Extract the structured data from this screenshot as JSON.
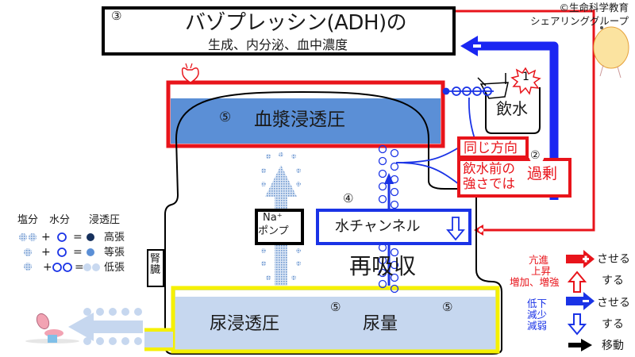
{
  "header": {
    "step_number": "③",
    "title": "バゾプレッシン(ADH)の",
    "subtitle": "生成、内分泌、血中濃度",
    "title_arrow": "decrease-arrow-icon"
  },
  "copyright": {
    "line1": "©生命科学教育",
    "line2": "シェアリンググループ"
  },
  "plasma": {
    "step_number": "⑤",
    "label": "血漿浸透圧"
  },
  "drinking": {
    "event_number": "1",
    "label": "飲水"
  },
  "callout": {
    "step_number": "②",
    "same_direction": "同じ方向",
    "before_line1": "飲水前の",
    "before_line2": "強さでは",
    "excess": "過剰"
  },
  "tubule": {
    "na_pump_line1": "Na⁺",
    "na_pump_line2": "ポンプ",
    "step_number": "④",
    "water_channel": "水チャンネル",
    "reabsorption": "再吸収",
    "kidney": "腎臓"
  },
  "urine": {
    "osmolality_label": "尿浸透圧",
    "volume_label": "尿量",
    "step_number_a": "⑤",
    "step_number_b": "⑤"
  },
  "legend": {
    "headers": [
      "塩分",
      "水分",
      "浸透圧"
    ],
    "rows": [
      {
        "salt": 2,
        "water": 1,
        "result": "高張",
        "color": "#16305c"
      },
      {
        "salt": 1,
        "water": 1,
        "result": "等張",
        "color": "#5b8fd6"
      },
      {
        "salt": 1,
        "water": 2,
        "result": "低張",
        "color": "#c9d9f0"
      }
    ],
    "plus": "+",
    "equals": "="
  },
  "key": {
    "increase_words": [
      "亢進",
      "上昇",
      "増加、増強"
    ],
    "decrease_words": [
      "低下",
      "減少",
      "減弱"
    ],
    "cause_increase": "させる",
    "self_increase": "する",
    "cause_decrease": "させる",
    "self_decrease": "する",
    "movement": "移動"
  },
  "colors": {
    "red": "#e8141b",
    "blue": "#1a33e6",
    "plasma_fill": "#5b8fd6",
    "urine_fill": "#c6d7ef",
    "yellow": "#f5f000"
  }
}
